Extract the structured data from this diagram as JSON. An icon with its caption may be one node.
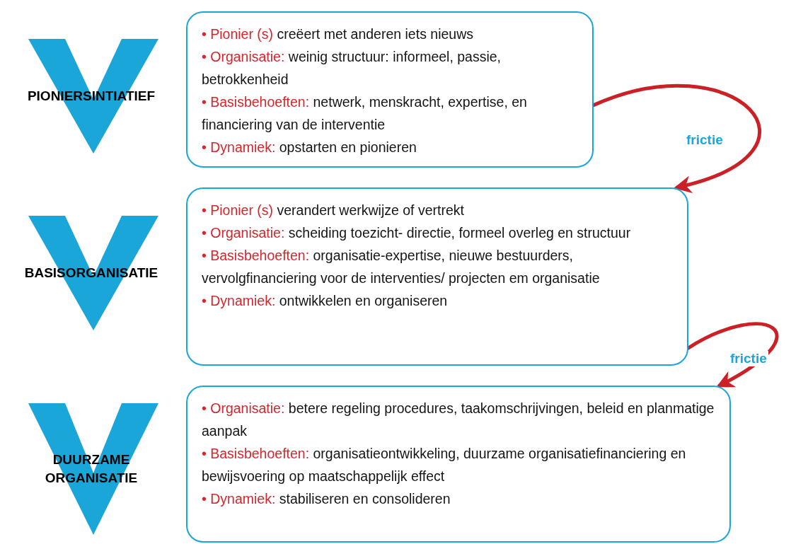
{
  "diagram": {
    "nodes": [
      {
        "text": [
          "PIONIERSINTIATIEF"
        ]
      },
      {
        "text": [
          "**• Pionier (s)** creëert met anderen iets nieuws",
          "**• Organisatie:** weinig structuur: informeel, passie, betrokkenheid",
          "**• Basisbehoeften:** netwerk, menskracht, expertise, en financiering van de interventie",
          "**• Dynamiek:** opstarten en pionieren"
        ]
      },
      {
        "text": [
          "BASISORGANISATIE"
        ]
      },
      {
        "text": [
          "**• Pionier (s)** verandert werkwijze of vertrekt",
          "**• Organisatie:** scheiding toezicht- directie, formeel overleg en structuur",
          "**• Basisbehoeften:** organisatie-expertise, nieuwe bestuurders, vervolgfinanciering voor de interventies/ projecten em organisatie",
          "**• Dynamiek:** ontwikkelen en organiseren"
        ]
      },
      {
        "text": [
          "DUURZAME ORGANISATIE"
        ]
      },
      {
        "text": [
          "**• Organisatie:** betere regeling procedures, taakomschrijvingen, beleid en planmatige aanpak",
          "**• Basisbehoeften:** organisatieontwikkeling, duurzame organisatiefinanciering en bewijsvoering op maatschappelijk effect",
          "**• Dynamiek:** stabiliseren en consolideren"
        ]
      }
    ],
    "edges": [
      {
        "from": 1,
        "to": 3,
        "arrow": "to",
        "label": "frictie"
      },
      {
        "from": 3,
        "to": 5,
        "arrow": "to",
        "label": "frictie"
      }
    ]
  }
}
